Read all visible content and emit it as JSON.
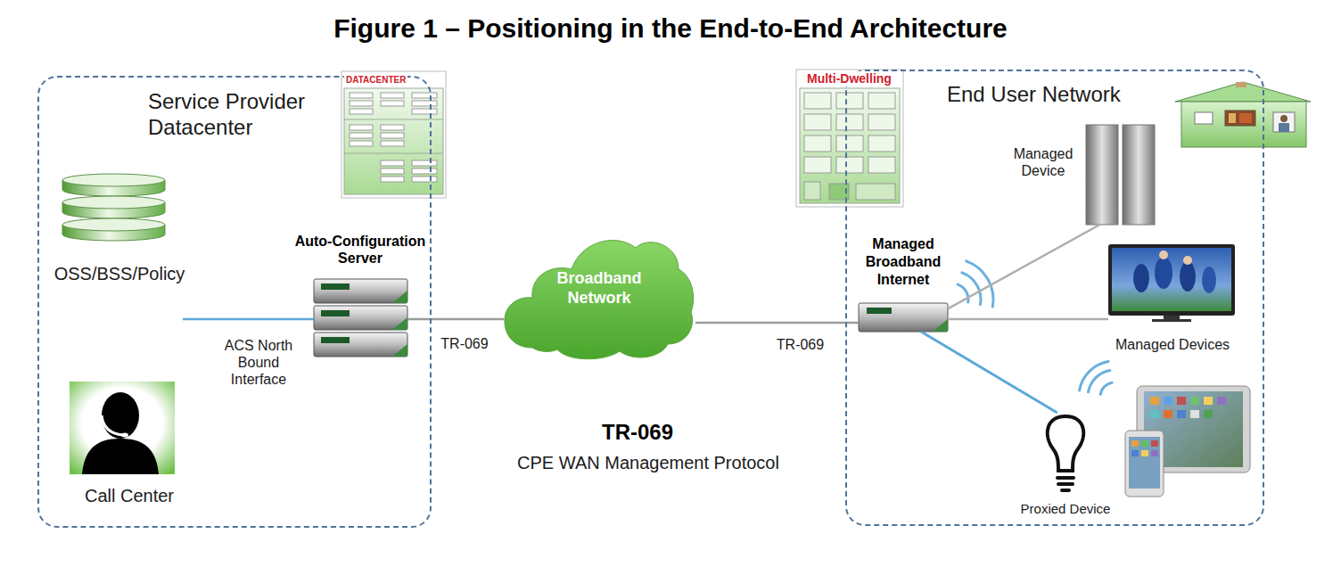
{
  "diagram": {
    "title": "Figure 1 – Positioning in the End-to-End Architecture",
    "nodes": [
      {
        "text": [
          "Service Provider Datacenter"
        ]
      },
      {
        "text": [
          "OSS/BSS/Policy"
        ],
        "in": 0
      },
      {
        "text": [
          "Call Center"
        ],
        "in": 0
      },
      {
        "text": [
          "Auto-Configuration Server"
        ],
        "in": 0
      },
      {
        "text": [
          "Broadband Network"
        ]
      },
      {
        "text": [
          "End User Network"
        ]
      },
      {
        "text": [
          "Managed Broadband Internet"
        ],
        "in": 5
      },
      {
        "text": [
          "Managed Device"
        ],
        "in": 5
      },
      {
        "text": [
          "Managed Devices"
        ],
        "in": 5
      },
      {
        "text": [
          "Proxied Device"
        ],
        "in": 5
      }
    ],
    "edges": [
      {
        "from": 3,
        "to": 4,
        "arrow": "none",
        "label": "TR-069"
      },
      {
        "from": 4,
        "to": 6,
        "arrow": "none",
        "label": "TR-069"
      },
      {
        "from": 6,
        "to": 7,
        "arrow": "none"
      },
      {
        "from": 6,
        "to": 8,
        "arrow": "none"
      },
      {
        "from": 6,
        "to": 9,
        "arrow": "none"
      }
    ],
    "labels": [
      "DATACENTER",
      "Multi-Dwelling",
      "ACS North Bound Interface",
      "TR-069",
      "CPE WAN Management Protocol"
    ]
  }
}
